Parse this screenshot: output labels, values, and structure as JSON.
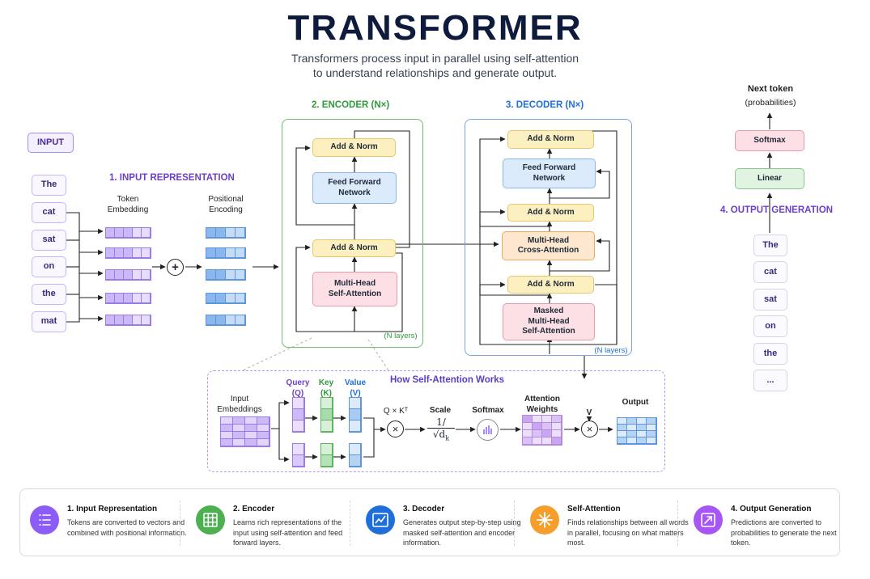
{
  "title": "TRANSFORMER",
  "subtitle": {
    "line1": "Transformers process input in parallel using self-attention",
    "line2": "to understand relationships and generate output."
  },
  "input": {
    "badge": "INPUT",
    "section_title": "1. INPUT REPRESENTATION",
    "tokens": [
      "The",
      "cat",
      "sat",
      "on",
      "the",
      "mat"
    ],
    "token_embedding_label": "Token\nEmbedding",
    "positional_encoding_label": "Positional\nEncoding",
    "plus_symbol": "+"
  },
  "encoder": {
    "title": "2. ENCODER (N×)",
    "add_norm_top": "Add & Norm",
    "feed_forward": "Feed Forward\nNetwork",
    "add_norm_bottom": "Add & Norm",
    "attention": "Multi-Head\nSelf-Attention",
    "layers_note": "(N layers)"
  },
  "decoder": {
    "title": "3. DECODER (N×)",
    "add_norm_1": "Add & Norm",
    "feed_forward": "Feed Forward\nNetwork",
    "add_norm_2": "Add & Norm",
    "cross_attention": "Multi-Head\nCross-Attention",
    "add_norm_3": "Add & Norm",
    "masked_attention": "Masked\nMulti-Head\nSelf-Attention",
    "layers_note": "(N layers)"
  },
  "output": {
    "next_token": "Next token",
    "probabilities": "(probabilities)",
    "softmax": "Softmax",
    "linear": "Linear",
    "section_title": "4. OUTPUT GENERATION",
    "tokens": [
      "The",
      "cat",
      "sat",
      "on",
      "the",
      "..."
    ]
  },
  "self_attention": {
    "title": "How Self-Attention Works",
    "input_embeddings": "Input\nEmbeddings",
    "query": "Query\n(Q)",
    "key": "Key\n(K)",
    "value": "Value\n(V)",
    "qk": "Q × Kᵀ",
    "scale": "Scale",
    "scale_num": "1/",
    "scale_den": "√d",
    "scale_den_sub": "k",
    "softmax": "Softmax",
    "attention_weights": "Attention\nWeights",
    "v": "V",
    "output": "Output",
    "times": "×"
  },
  "legend": [
    {
      "title": "1. Input Representation",
      "desc": "Tokens are converted to vectors and combined with positional information.",
      "color": "#8b5cf6",
      "icon": "list-icon"
    },
    {
      "title": "2. Encoder",
      "desc": "Learns rich representations of the input using self-attention and feed forward layers.",
      "color": "#4caf50",
      "icon": "grid-icon"
    },
    {
      "title": "3. Decoder",
      "desc": "Generates output step-by-step using masked self-attention and encoder information.",
      "color": "#1e6fd9",
      "icon": "chart-icon"
    },
    {
      "title": "Self-Attention",
      "desc": "Finds relationships between all words in parallel, focusing on what matters most.",
      "color": "#f59e2b",
      "icon": "sparkle-icon"
    },
    {
      "title": "4. Output Generation",
      "desc": "Predictions are converted to probabilities to generate the next token.",
      "color": "#a855f7",
      "icon": "arrow-icon"
    }
  ],
  "colors": {
    "purple": "#6d3fc8",
    "green": "#2e9b3a",
    "blue": "#1e6fd9",
    "dark": "#0f1b3d"
  }
}
